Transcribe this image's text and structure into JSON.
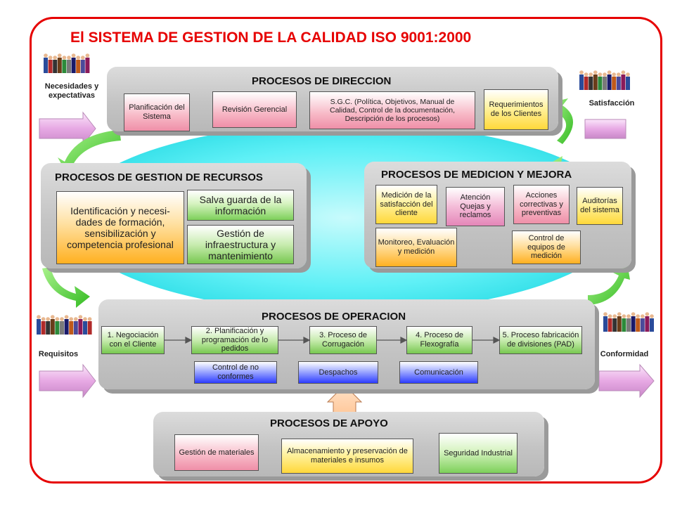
{
  "title": "El SISTEMA DE GESTION DE LA CALIDAD ISO 9001:2000",
  "side_labels": {
    "necesidades": "Necesidades y expectativas",
    "satisfaccion": "Satisfacción",
    "requisitos": "Requisitos",
    "conformidad": "Conformidad"
  },
  "direccion": {
    "title": "PROCESOS DE  DIRECCION",
    "boxes": [
      "Planificación del Sistema",
      "Revisión Gerencial",
      "S.G.C. (Política, Objetivos, Manual de Calidad, Control de la documentación, Descripción de los procesos)",
      "Requerimientos de los Clientes"
    ]
  },
  "recursos": {
    "title": "PROCESOS DE GESTION DE RECURSOS",
    "boxes": [
      "Identificación y necesi- dades de formación, sensibilización y competencia profesional",
      "Salva guarda de la información",
      "Gestión de infraestructura y mantenimiento"
    ]
  },
  "medicion": {
    "title": "PROCESOS DE MEDICION Y MEJORA",
    "boxes": [
      "Medición de la satisfacción del cliente",
      "Atención Quejas y reclamos",
      "Acciones correctivas y preventivas",
      "Auditorías del sistema",
      "Monitoreo, Evaluación y medición",
      "Control de equipos de medición"
    ]
  },
  "operacion": {
    "title": "PROCESOS DE OPERACION",
    "steps": [
      "1. Negociación con el Cliente",
      "2. Planificación y programación de lo pedidos",
      "3. Proceso de Corrugación",
      "4. Proceso de Flexografía",
      "5. Proceso fabricación de divisiones (PAD)"
    ],
    "extras": [
      "Control de no conformes",
      "Despachos",
      "Comunicación"
    ]
  },
  "apoyo": {
    "title": "PROCESOS DE APOYO",
    "boxes": [
      "Gestión de materiales",
      "Almacenamiento y preservación de materiales e insumos",
      "Seguridad Industrial"
    ]
  },
  "colors": {
    "frame": "#e60000",
    "ellipse": "#33e6ef",
    "arrow_green": "#44cc33",
    "side_arrow": "#e8b0e8"
  }
}
